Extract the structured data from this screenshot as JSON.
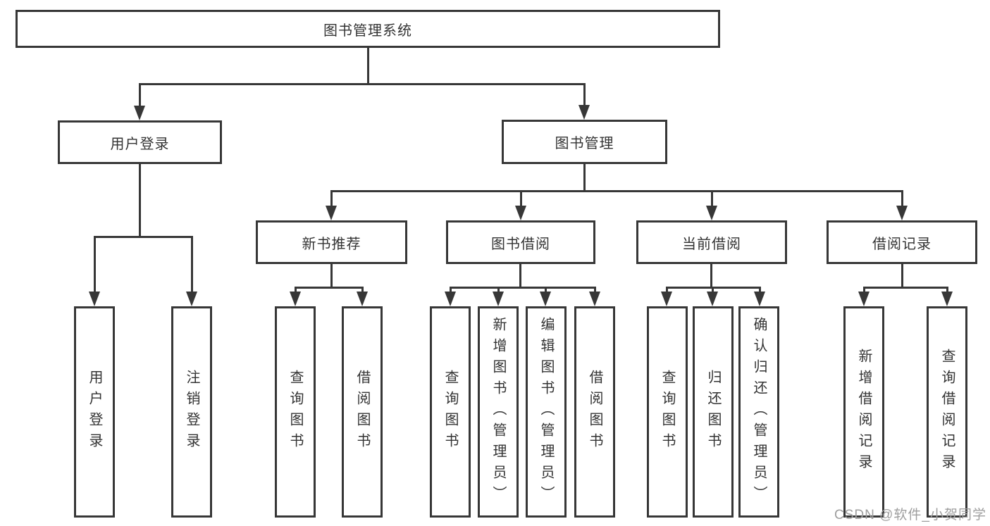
{
  "diagram": {
    "root": {
      "label": "图书管理系统"
    },
    "level2": [
      {
        "label": "用户登录"
      },
      {
        "label": "图书管理"
      }
    ],
    "level3": [
      {
        "label": "新书推荐",
        "parent": "图书管理"
      },
      {
        "label": "图书借阅",
        "parent": "图书管理"
      },
      {
        "label": "当前借阅",
        "parent": "图书管理"
      },
      {
        "label": "借阅记录",
        "parent": "图书管理"
      }
    ],
    "leaves": [
      {
        "label": "用户登录",
        "parent": "用户登录"
      },
      {
        "label": "注销登录",
        "parent": "用户登录"
      },
      {
        "label": "查询图书",
        "parent": "新书推荐"
      },
      {
        "label": "借阅图书",
        "parent": "新书推荐"
      },
      {
        "label": "查询图书",
        "parent": "图书借阅"
      },
      {
        "label": "新增图书（管理员）",
        "parent": "图书借阅"
      },
      {
        "label": "编辑图书（管理员）",
        "parent": "图书借阅"
      },
      {
        "label": "借阅图书",
        "parent": "图书借阅"
      },
      {
        "label": "查询图书",
        "parent": "当前借阅"
      },
      {
        "label": "归还图书",
        "parent": "当前借阅"
      },
      {
        "label": "确认归还（管理员）",
        "parent": "当前借阅"
      },
      {
        "label": "新增借阅记录",
        "parent": "借阅记录"
      },
      {
        "label": "查询借阅记录",
        "parent": "借阅记录"
      }
    ]
  },
  "watermark": {
    "text": "CSDN @软件_小贺同学"
  },
  "colors": {
    "line": "#373737",
    "text": "#333333",
    "background": "#ffffff",
    "watermark": "#9e9e9e"
  }
}
